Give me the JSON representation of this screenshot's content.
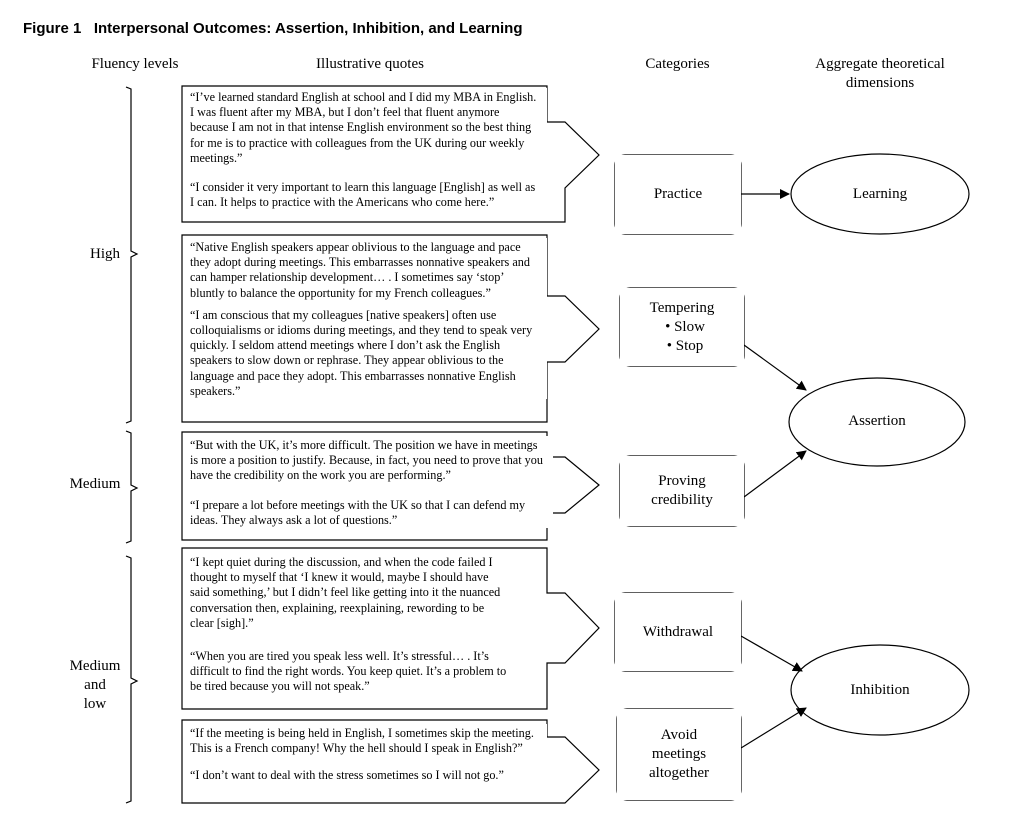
{
  "figure": {
    "title": "Figure 1   Interpersonal Outcomes: Assertion, Inhibition, and Learning"
  },
  "headers": {
    "fluency": "Fluency levels",
    "quotes": "Illustrative quotes",
    "categories": "Categories",
    "dimensions": "Aggregate theoretical dimensions"
  },
  "levels": {
    "high": "High",
    "medium": "Medium",
    "medium_low": [
      "Medium",
      "and",
      "low"
    ]
  },
  "quotes": {
    "q1": [
      "“I’ve learned standard English at school and I did my MBA in English. I was fluent after my MBA, but I don’t feel that fluent anymore because I am not in that intense English environment so the best thing for me is to practice with colleagues from the UK during our weekly meetings.”",
      "“I consider it very important to learn this language [English] as well as I can. It helps to practice with the Americans who come here.”"
    ],
    "q2": [
      "“Native English speakers appear oblivious to the language and pace they adopt during meetings. This embarrasses nonnative speakers and can hamper relationship development… .  I sometimes say ‘stop’ bluntly to balance the opportunity for my French colleagues.”",
      "“I am conscious that my colleagues [native speakers] often use colloquialisms or idioms during meetings, and they tend to speak very quickly. I seldom attend meetings where I don’t ask the English speakers to slow down or rephrase. They appear oblivious to the language and pace they adopt. This embarrasses nonnative English speakers.”"
    ],
    "q3": [
      "“But with the UK, it’s more difficult. The position we have in meetings is more a position to justify. Because, in fact, you need to prove that you have the credibility on the work you are performing.”",
      "“I prepare a lot before meetings with the UK so that I can defend my ideas. They always ask a lot of questions.”"
    ],
    "q4": [
      "“I kept quiet during the discussion, and when the code failed I thought to myself that ‘I knew it would, maybe I should have said something,’ but I didn’t feel like getting into it the nuanced conversation then, explaining, reexplaining, rewording to be clear [sigh].”",
      "“When you are tired you speak less well. It’s stressful… .  It’s difficult to find the right words. You keep quiet. It’s a problem to be tired because you will not speak.”"
    ],
    "q5": [
      "“If the meeting is being held in English, I sometimes skip the meeting. This is a French company! Why the hell should I speak in English?”",
      "“I don’t want to deal with the stress sometimes so I will not go.”"
    ]
  },
  "categories": {
    "practice": "Practice",
    "tempering": "Tempering",
    "tempering_bullets": [
      "• Slow",
      "• Stop"
    ],
    "proving": [
      "Proving",
      "credibility"
    ],
    "withdrawal": "Withdrawal",
    "avoid": [
      "Avoid",
      "meetings",
      "altogether"
    ]
  },
  "dimensions": {
    "learning": "Learning",
    "assertion": "Assertion",
    "inhibition": "Inhibition"
  }
}
